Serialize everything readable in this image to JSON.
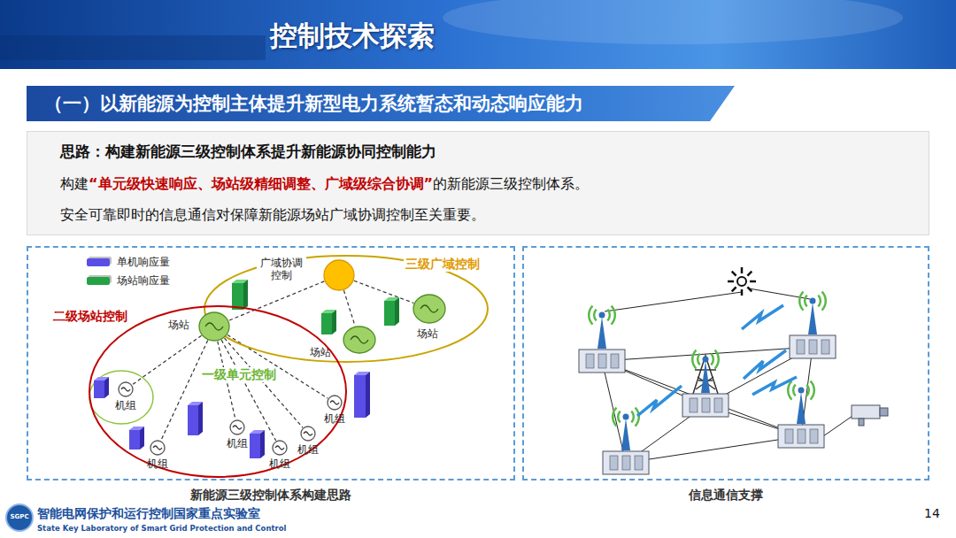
{
  "diagram": {
    "title": "控制技术探索",
    "caption": "",
    "nodes": [
      {
        "text": [
          "（一）以新能源为控制主体提升新型电力系统暂态和动态响应能力"
        ]
      },
      {
        "text": [
          "思路：构建新能源三级控制体系提升新能源协同控制能力",
          "构建",
          "“单元级快速响应、场站级精细调整、广域级综合协调”",
          "的新能源三级控制体系。",
          "安全可靠即时的信息通信对保障新能源场站广域协调控制至关重要。"
        ]
      },
      {
        "text": [
          "新能源三级控制体系构建思路"
        ]
      },
      {
        "text": [
          "信息通信支撑"
        ]
      },
      {
        "text": [
          "三级广域控制"
        ],
        "in": 2
      },
      {
        "text": [
          "二级场站控制"
        ],
        "in": 2
      },
      {
        "text": [
          "广域协调 控制"
        ],
        "in": 4
      },
      {
        "text": [
          "场站"
        ],
        "in": 5
      },
      {
        "text": [
          "场站"
        ],
        "in": 4
      },
      {
        "text": [
          "场站"
        ],
        "in": 4
      },
      {
        "text": [
          "机组"
        ],
        "in": 5
      },
      {
        "text": [
          "机组"
        ],
        "in": 5
      },
      {
        "text": [
          "机组"
        ],
        "in": 5
      },
      {
        "text": [
          "机组"
        ],
        "in": 5
      },
      {
        "text": [
          "机组"
        ],
        "in": 5
      },
      {
        "text": [
          "机组"
        ],
        "in": 5
      }
    ],
    "edges": [
      {
        "from": 6,
        "to": 7,
        "arrow": "none"
      },
      {
        "from": 6,
        "to": 8,
        "arrow": "none"
      },
      {
        "from": 6,
        "to": 9,
        "arrow": "none"
      },
      {
        "from": 7,
        "to": 10,
        "arrow": "none"
      },
      {
        "from": 7,
        "to": 11,
        "arrow": "none"
      },
      {
        "from": 7,
        "to": 12,
        "arrow": "none"
      },
      {
        "from": 7,
        "to": 13,
        "arrow": "none"
      },
      {
        "from": 7,
        "to": 14,
        "arrow": "none"
      },
      {
        "from": 7,
        "to": 15,
        "arrow": "none"
      }
    ],
    "labels": [
      "一级单元控制",
      "SGPC",
      "智能电网保护和运行控制国家重点实验室",
      "State Key Laboratory of Smart Grid Protection and Control",
      "14"
    ],
    "legend": [
      {
        "text": "单机响应量",
        "color": "#5a4ee6"
      },
      {
        "text": "场站响应量",
        "color": "#25a244"
      }
    ]
  }
}
